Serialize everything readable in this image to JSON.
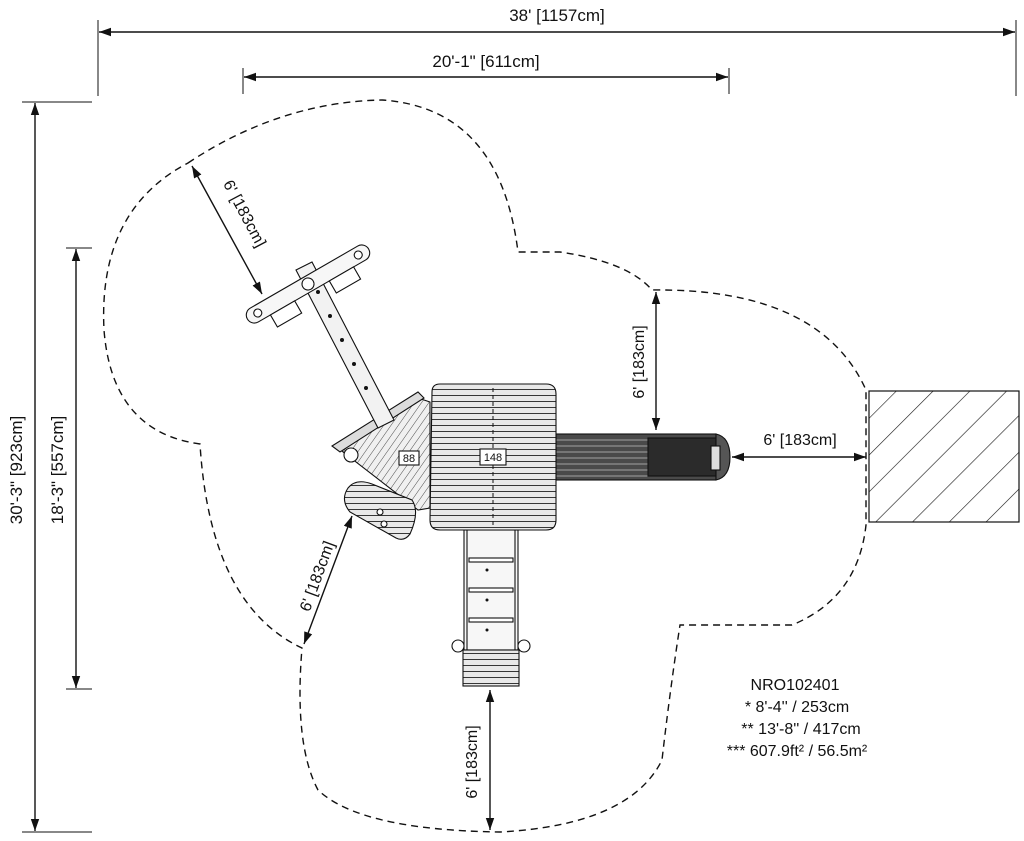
{
  "dimensions": {
    "overall_width": "38' [1157cm]",
    "structure_width": "20'-1\" [611cm]",
    "overall_depth": "30'-3\" [923cm]",
    "structure_depth": "18'-3\" [557cm]",
    "clearance_swing": "6' [183cm]",
    "clearance_slide_top": "6' [183cm]",
    "clearance_slide_end": "6' [183cm]",
    "clearance_climber": "6' [183cm]",
    "clearance_bottom": "6' [183cm]"
  },
  "deck_labels": {
    "small_deck": "88",
    "main_deck": "148"
  },
  "notes": {
    "model": "NRO102401",
    "line1": "* 8'-4'' / 253cm",
    "line2": "** 13'-8'' / 417cm",
    "line3": "*** 607.9ft² / 56.5m²"
  },
  "colors": {
    "ink": "#111111",
    "deck_fill": "#e6e6e6",
    "slide_fill": "#3a3a3a"
  }
}
